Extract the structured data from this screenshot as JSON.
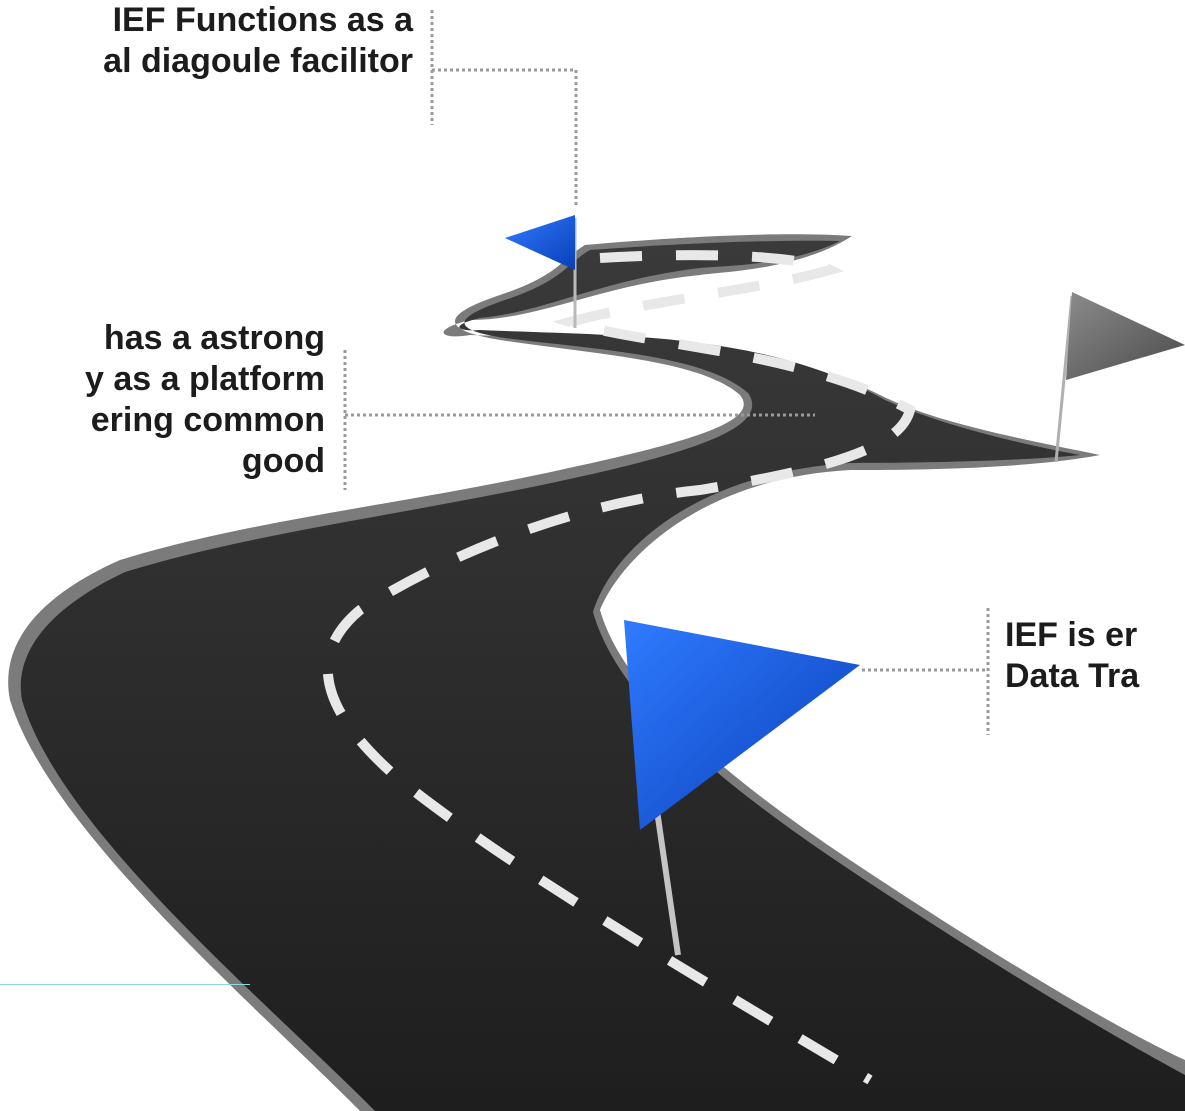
{
  "callouts": [
    {
      "id": "facilitator",
      "text": "IEF Functions as a\nal diagoule facilitor"
    },
    {
      "id": "platform",
      "text": "has a astrong\ny as a platform\nering common\ngood"
    },
    {
      "id": "transformation",
      "text": "IEF is er\nData Tra"
    }
  ],
  "colors": {
    "road": "#2b2b2b",
    "road_edge": "#7b7b7b",
    "lane_marking": "#e8e8e8",
    "flag_blue": "#1a5fe6",
    "flag_gray": "#6e6e6e",
    "leader_line": "#9a9a9a",
    "accent_rule": "#8ed9de"
  },
  "icons": [
    "flag-icon-blue-far",
    "flag-icon-gray",
    "flag-icon-blue-near"
  ]
}
